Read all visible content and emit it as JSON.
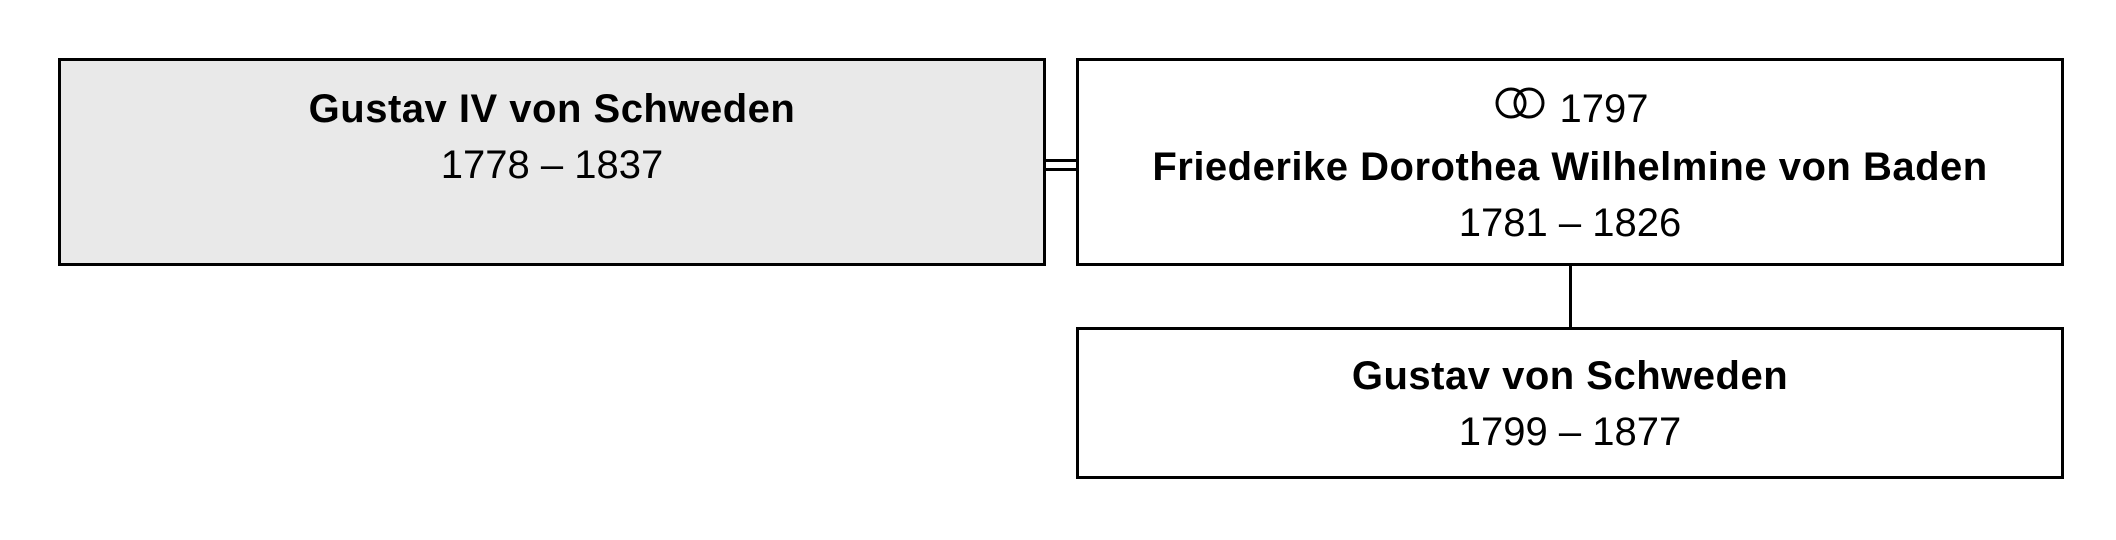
{
  "persons": {
    "father": {
      "name": "Gustav IV von Schweden",
      "dates": "1778 – 1837",
      "fill": "#e9e9e9"
    },
    "spouse": {
      "marriage_year": "1797",
      "marriage_icon": "wedding-rings-icon",
      "name": "Friederike Dorothea Wilhelmine von Baden",
      "dates": "1781 – 1826",
      "fill": "#ffffff"
    },
    "child": {
      "name": "Gustav von Schweden",
      "dates": "1799 – 1877",
      "fill": "#ffffff"
    }
  }
}
